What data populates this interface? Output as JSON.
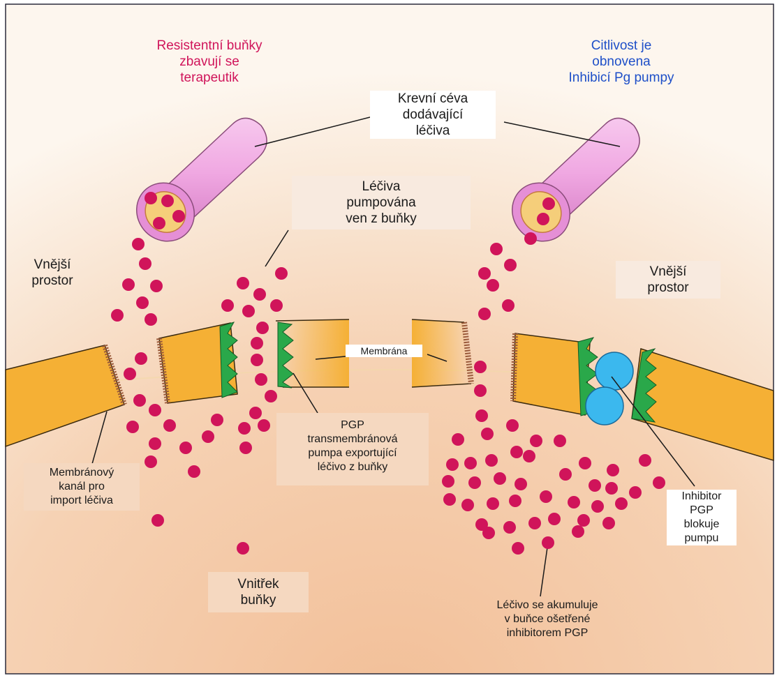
{
  "labels": {
    "resistant_title": "Resistentní buňky\nzbavují se\nterapeutik",
    "restored_title": "Citlivost je\nobnovena\nInhibicí Pg pumpy",
    "blood_vessel": "Krevní céva\ndodávající\nléčiva",
    "drugs_pumped_out": "Léčiva\npumpována\nven z buňky",
    "outer_space_left": "Vnější\nprostor",
    "outer_space_right": "Vnější\nprostor",
    "membrane": "Membrána",
    "membrane_channel": "Membránový\nkanál pro\nimport léčiva",
    "pgp_pump": "PGP\ntransmembránová\npumpa exportující\nléčivo z buňky",
    "cell_interior": "Vnitřek\nbuňky",
    "drug_accumulates": "Léčivo se akumuluje\nv buňce ošetřené\ninhibitorem PGP",
    "pgp_inhibitor": "Inhibitor\nPGP\nblokuje\npumpu"
  },
  "colors": {
    "drug": "#d0145a",
    "vessel": "#f0a8e0",
    "membrane": "#f5b035",
    "pump": "#2aa84a",
    "inhibitor": "#3bb8ee",
    "cell_interior": "#f4c8a6",
    "label_red": "#d0145a",
    "label_blue": "#1e4fc8"
  }
}
